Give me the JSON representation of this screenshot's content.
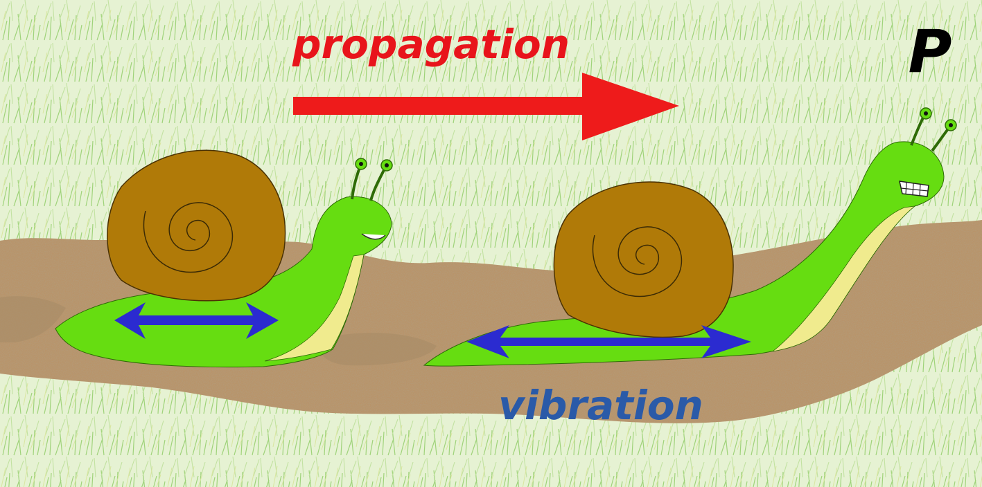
{
  "labels": {
    "propagation": "propagation",
    "vibration": "vibration",
    "wave_type": "P"
  },
  "colors": {
    "propagation_arrow": "#ee1b1b",
    "propagation_text": "#e8141b",
    "vibration_arrow": "#2b2bd0",
    "vibration_text": "#2a5aa8",
    "wave_type_text": "#000000",
    "snail_body": "#66dd11",
    "snail_belly": "#f0eb8e",
    "shell": "#b07a08",
    "soil": "#b8946a",
    "grass": "#dfeecb"
  },
  "icons": [
    "snail-icon",
    "snail-icon",
    "double-arrow-icon",
    "double-arrow-icon",
    "arrow-right-icon"
  ]
}
